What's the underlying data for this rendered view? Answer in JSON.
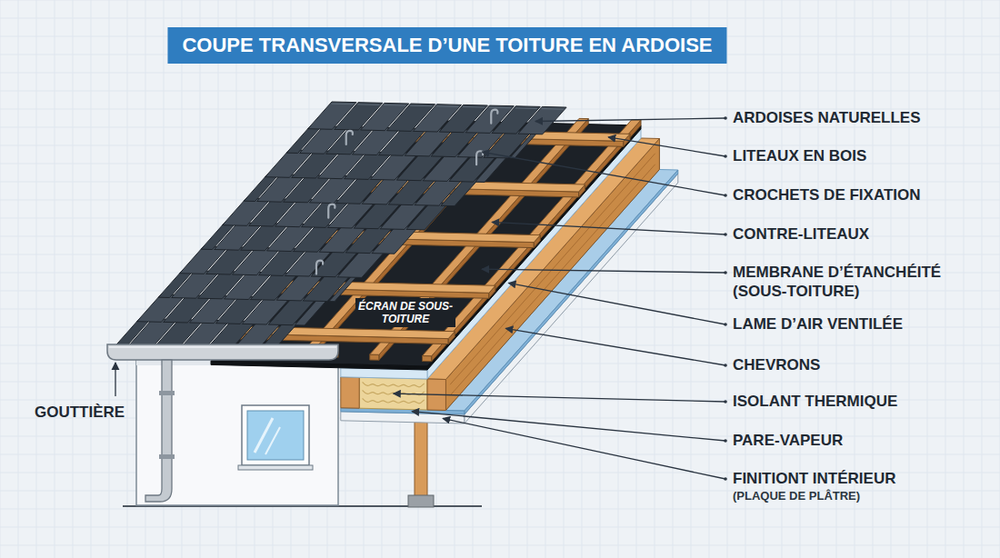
{
  "diagram": {
    "title": "COUPE TRANSVERSALE D’UNE TOITURE EN ARDOISE",
    "labels": [
      "ARDOISES NATURELLES",
      "LITEAUX EN BOIS",
      "CROCHETS DE FIXATION",
      "CONTRE-LITEAUX",
      "MEMBRANE D’ÉTANCHÉITÉ (SOUS-TOITURE)",
      "LAME D’AIR VENTILÉE",
      "CHEVRONS",
      "ISOLANT THERMIQUE",
      "PARE-VAPEUR",
      "FINITIONT INTÉRIEUR",
      "(PLAQUE DE PLÂTRE)",
      "GOUTTIÈRE",
      "ÉCRAN DE SOUS-TOITURE"
    ]
  }
}
